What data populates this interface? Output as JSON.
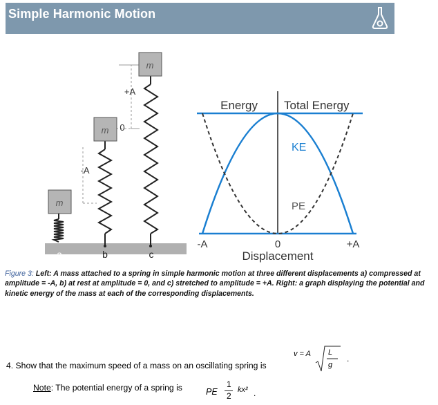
{
  "header": {
    "title": "Simple Harmonic Motion",
    "background": "#7e98ad",
    "icon": "flask-icon"
  },
  "figure": {
    "mass_label": "m",
    "amplitude_labels": {
      "plus": "+A",
      "minus": "-A",
      "zero": "0"
    },
    "spring_labels": [
      "a",
      "b",
      "c"
    ],
    "graph": {
      "energy_label": "Energy",
      "total_energy_label": "Total Energy",
      "ke_label": "KE",
      "pe_label": "PE",
      "x_ticks": [
        "-A",
        "0",
        "+A"
      ],
      "x_axis_label": "Displacement",
      "curve_color": "#1a7fd1"
    }
  },
  "caption": {
    "label": "Figure 3:",
    "text": " Left: A mass attached to a spring in simple harmonic motion at three different displacements a) compressed at amplitude = -A, b) at rest at amplitude = 0, and c) stretched to amplitude = +A. Right: a graph displaying the potential and kinetic energy of the mass at each of the corresponding displacements."
  },
  "question": {
    "text": "4. Show that the maximum speed of a mass on an oscillating spring is",
    "formula": {
      "lhs": "v = A",
      "numerator": "L",
      "denominator": "g",
      "end": "."
    }
  },
  "note": {
    "label": "Note",
    "text": ": The potential energy of a spring is",
    "formula": {
      "lhs": "PE",
      "numerator": "1",
      "denominator": "2",
      "rhs": "kx²",
      "end": "."
    }
  }
}
